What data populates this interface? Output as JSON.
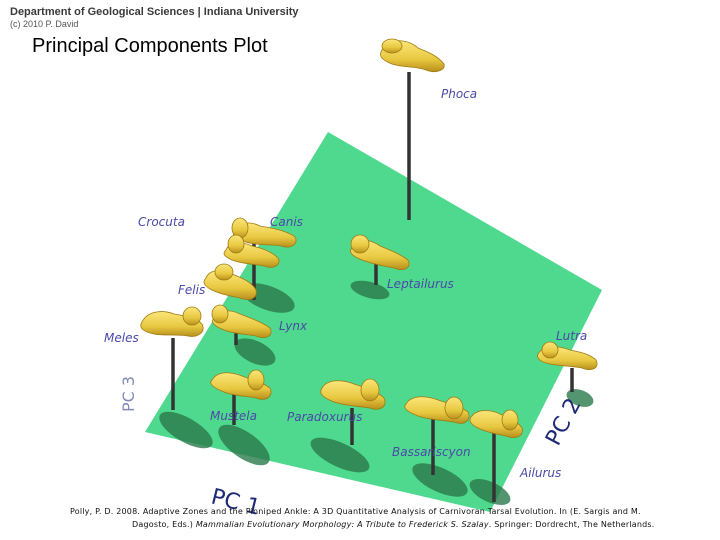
{
  "header": {
    "department": "Department of Geological Sciences | Indiana University",
    "copyright": "(c) 2010 P. David"
  },
  "title": "Principal Components Plot",
  "plot": {
    "plane_color": "#4fd98f",
    "label_color": "#4a4aa8",
    "bone_color": "#e8c840",
    "taxa": [
      "Phoca",
      "Crocuta",
      "Canis",
      "Leptailurus",
      "Felis",
      "Lynx",
      "Meles",
      "Lutra",
      "Mustela",
      "Paradoxurus",
      "Bassariscyon",
      "Ailurus"
    ],
    "axes": {
      "pc1": "PC 1",
      "pc2": "PC 2",
      "pc3": "PC 3"
    }
  },
  "citation": {
    "line1": "Polly, P. D. 2008. Adaptive Zones and the Pinniped Ankle: A 3D Quantitative Analysis of Carnivoran Tarsal Evolution. In (E. Sargis and M.",
    "line2_pre": "Dagosto, Eds.) ",
    "line2_italic": "Mammalian Evolutionary Morphology: A Tribute to Frederick S. Szalay",
    "line2_post": ". Springer: Dordrecht, The Netherlands."
  }
}
